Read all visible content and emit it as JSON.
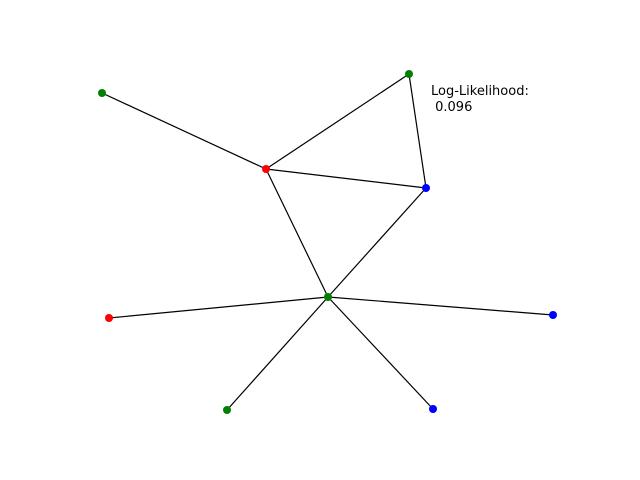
{
  "graph": {
    "nodes": [
      {
        "id": "n1",
        "color": "#008000"
      },
      {
        "id": "n2",
        "color": "#008000"
      },
      {
        "id": "n3",
        "color": "#ff0000"
      },
      {
        "id": "n4",
        "color": "#0000ff"
      },
      {
        "id": "n5",
        "color": "#008000"
      },
      {
        "id": "n6",
        "color": "#ff0000"
      },
      {
        "id": "n7",
        "color": "#0000ff"
      },
      {
        "id": "n8",
        "color": "#008000"
      },
      {
        "id": "n9",
        "color": "#0000ff"
      }
    ],
    "edges": [
      [
        "n1",
        "n3"
      ],
      [
        "n2",
        "n3"
      ],
      [
        "n2",
        "n4"
      ],
      [
        "n3",
        "n4"
      ],
      [
        "n3",
        "n5"
      ],
      [
        "n4",
        "n5"
      ],
      [
        "n5",
        "n6"
      ],
      [
        "n5",
        "n7"
      ],
      [
        "n5",
        "n8"
      ],
      [
        "n5",
        "n9"
      ]
    ],
    "edge_color": "#000000"
  },
  "annotation": {
    "label": "Log-Likelihood:",
    "value": " 0.096"
  }
}
